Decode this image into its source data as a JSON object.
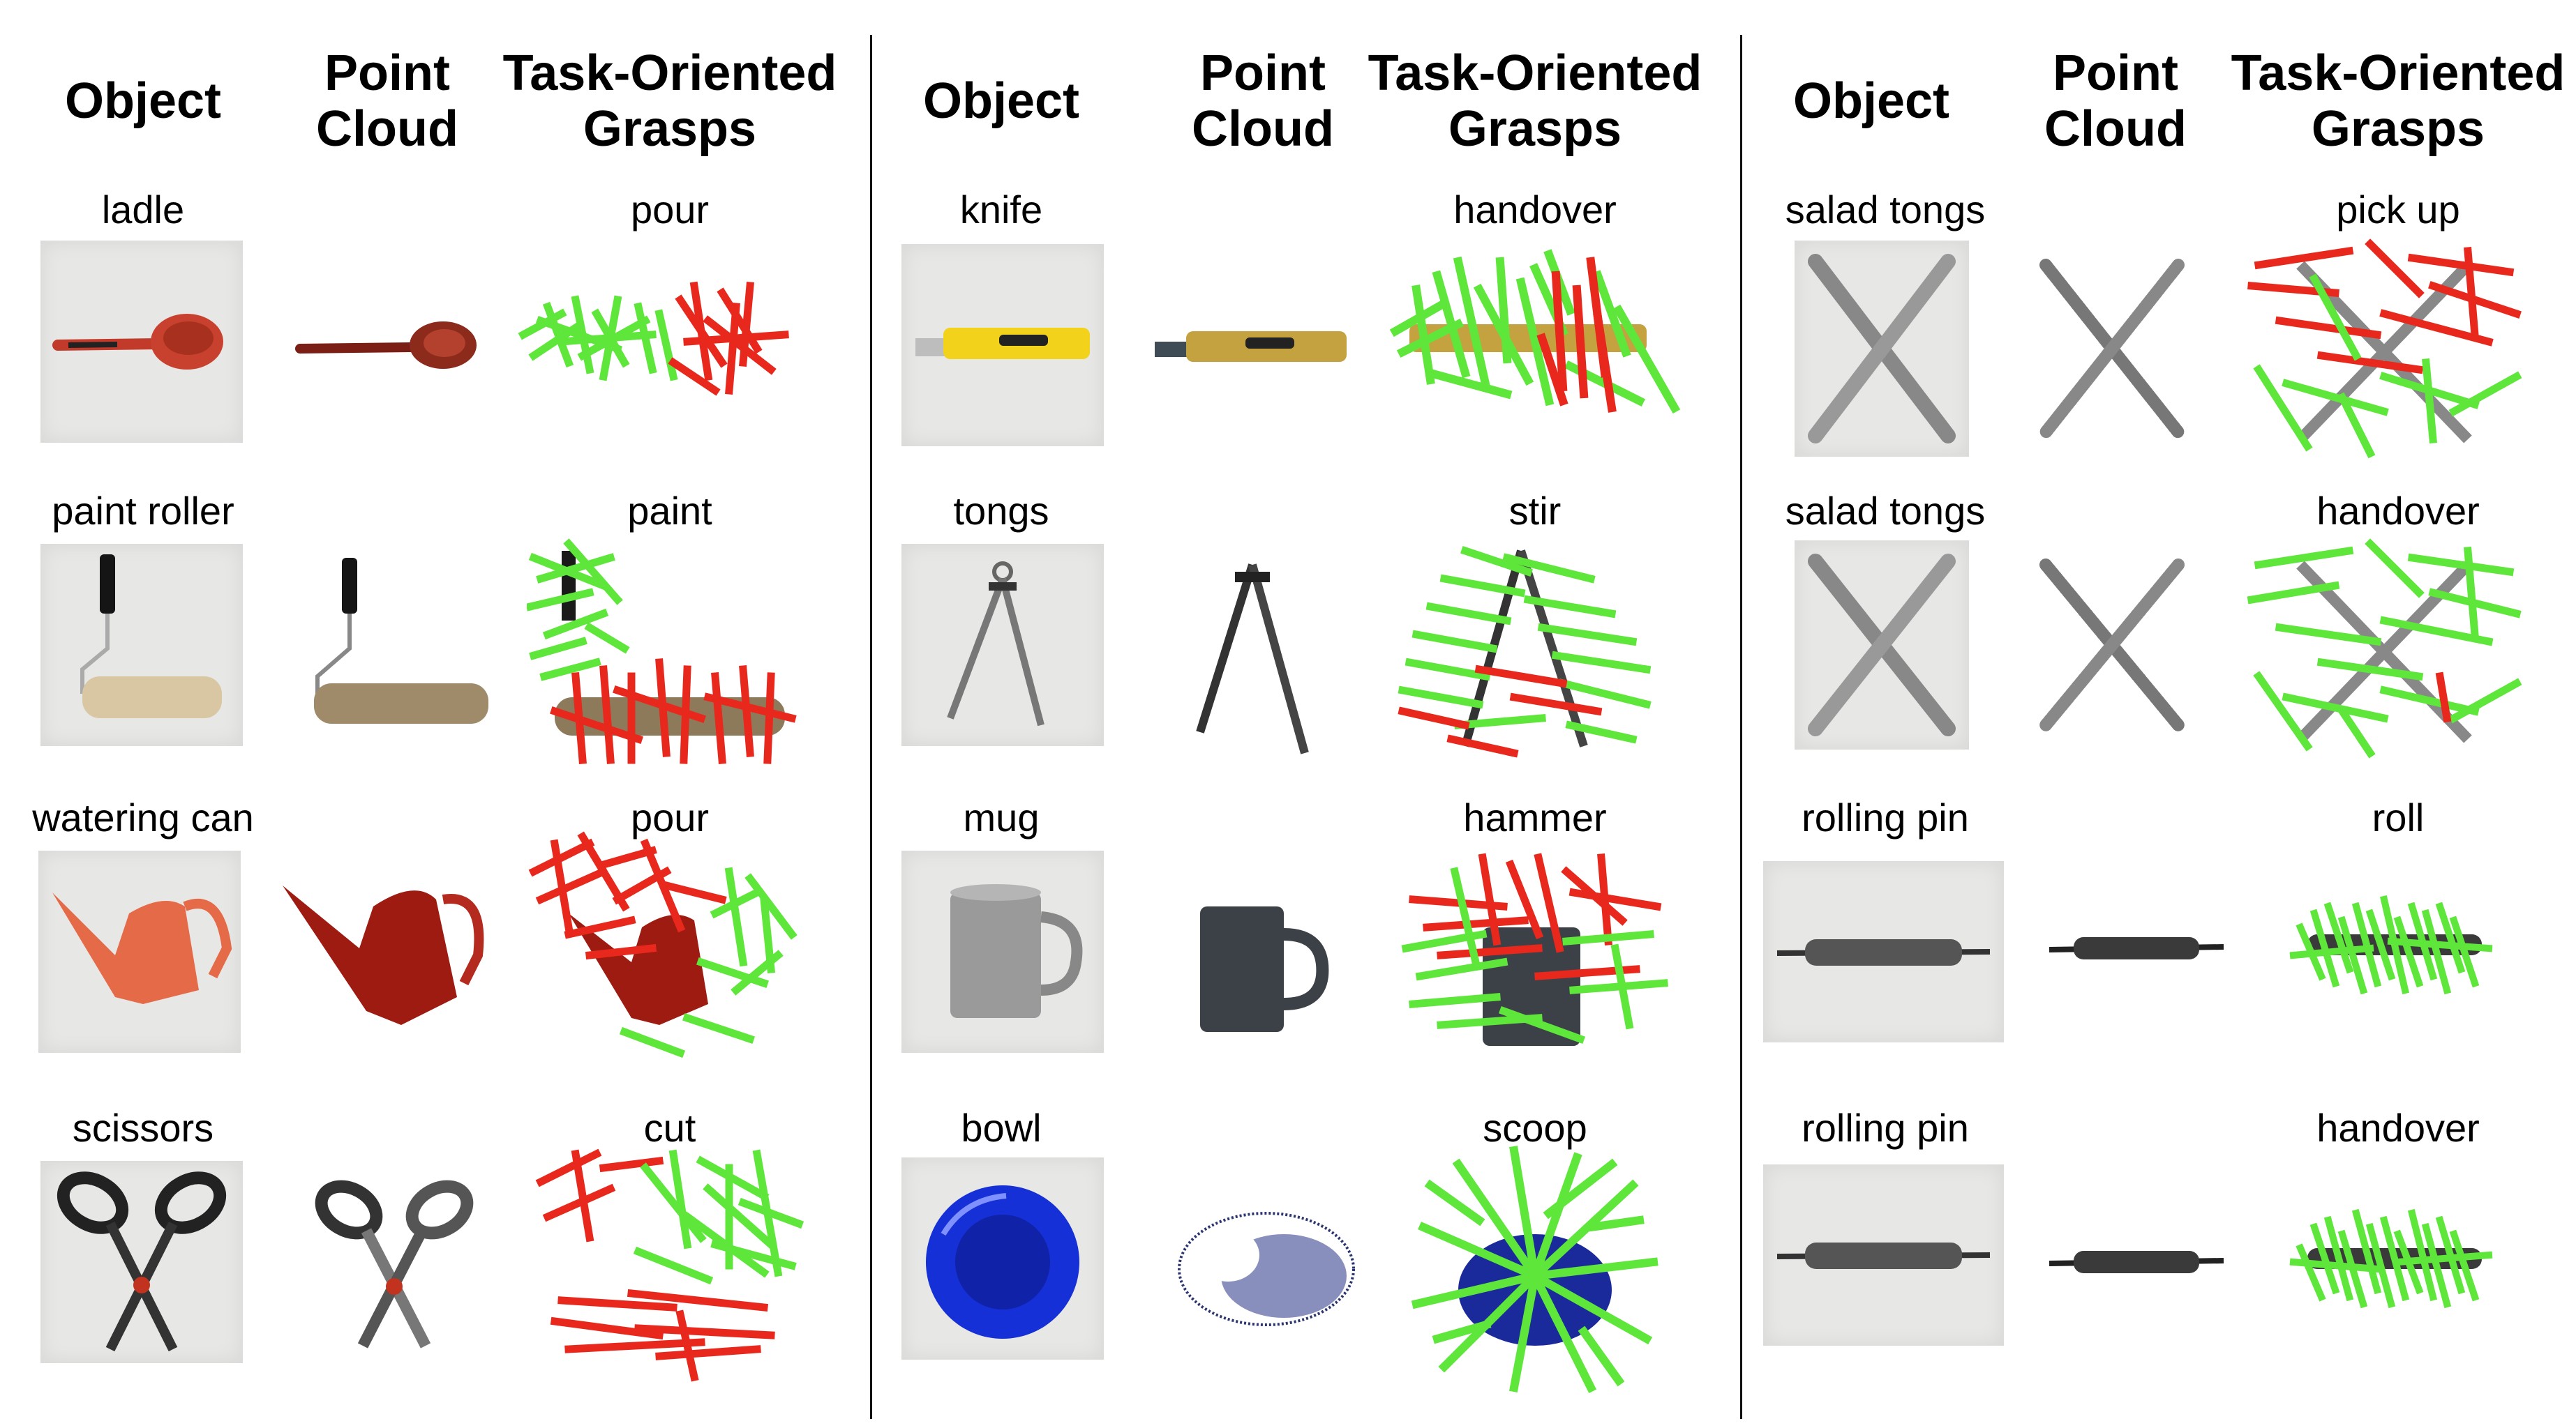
{
  "headers": {
    "object": "Object",
    "point_cloud_line1": "Point",
    "point_cloud_line2": "Cloud",
    "grasps_line1": "Task-Oriented",
    "grasps_line2": "Grasps"
  },
  "sections": [
    {
      "rows": [
        {
          "object": "ladle",
          "task": "pour"
        },
        {
          "object": "paint roller",
          "task": "paint"
        },
        {
          "object": "watering can",
          "task": "pour"
        },
        {
          "object": "scissors",
          "task": "cut"
        }
      ]
    },
    {
      "rows": [
        {
          "object": "knife",
          "task": "handover"
        },
        {
          "object": "tongs",
          "task": "stir"
        },
        {
          "object": "mug",
          "task": "hammer"
        },
        {
          "object": "bowl",
          "task": "scoop"
        }
      ]
    },
    {
      "rows": [
        {
          "object": "salad tongs",
          "task": "pick up"
        },
        {
          "object": "salad tongs",
          "task": "handover"
        },
        {
          "object": "rolling pin",
          "task": "roll"
        },
        {
          "object": "rolling pin",
          "task": "handover"
        }
      ]
    }
  ],
  "colors": {
    "grasp_success": "#5ee63a",
    "grasp_failure": "#e8281c",
    "divider": "#111111"
  }
}
